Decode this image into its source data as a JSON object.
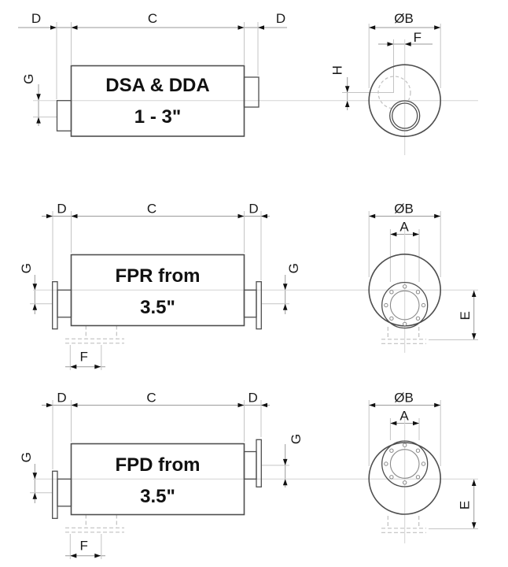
{
  "page": {
    "background": "#ffffff",
    "type": "technical-dimension-drawing"
  },
  "colors": {
    "outline": "#4e4e4e",
    "dimension_line": "#9a9a9a",
    "extension_line": "#c4c4c4",
    "centerline": "#d4d4d4",
    "hidden_line": "#c0c0c0",
    "arrowhead": "#111111",
    "label_text": "#1a1a1a",
    "title_text": "#111111"
  },
  "dimension_labels": {
    "d": "D",
    "c": "C",
    "g": "G",
    "f": "F",
    "h": "H",
    "e": "E",
    "a": "A",
    "diameter_b": "ØB"
  },
  "drawings": [
    {
      "model": "DSA & DDA",
      "size_range": "1 - 3\"",
      "top_dims": [
        "D",
        "C",
        "D"
      ],
      "side_dims": [
        "G"
      ],
      "end_view_dims": [
        "ØB",
        "F",
        "H"
      ]
    },
    {
      "model": "FPR from",
      "size_range": "3.5\"",
      "top_dims": [
        "D",
        "C",
        "D"
      ],
      "side_dims": [
        "G",
        "G",
        "F"
      ],
      "end_view_dims": [
        "ØB",
        "A",
        "E"
      ]
    },
    {
      "model": "FPD from",
      "size_range": "3.5\"",
      "top_dims": [
        "D",
        "C",
        "D"
      ],
      "side_dims": [
        "G",
        "G",
        "F"
      ],
      "end_view_dims": [
        "ØB",
        "A",
        "E"
      ]
    }
  ]
}
